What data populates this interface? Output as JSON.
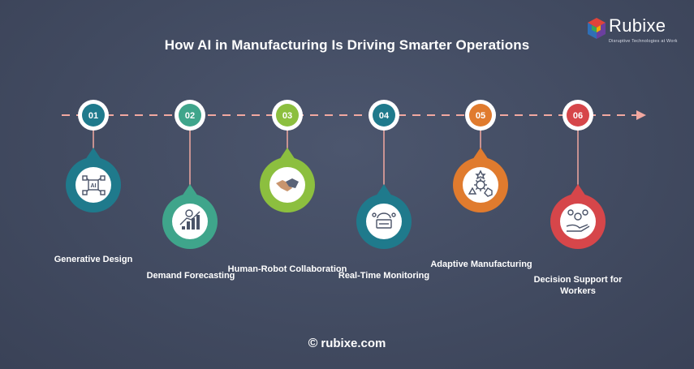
{
  "title": "How AI in Manufacturing Is Driving Smarter Operations",
  "logo": {
    "name": "Rubixe",
    "tagline": "Disruptive Technologies at Work"
  },
  "steps": [
    {
      "number": "01",
      "label": "Generative Design",
      "color": "#1f7a8c",
      "icon": "generative-design-icon"
    },
    {
      "number": "02",
      "label": "Demand Forecasting",
      "color": "#3fa58b",
      "icon": "demand-forecasting-icon"
    },
    {
      "number": "03",
      "label": "Human-Robot Collaboration",
      "color": "#8cbf3f",
      "icon": "handshake-icon"
    },
    {
      "number": "04",
      "label": "Real-Time Monitoring",
      "color": "#1f7a8c",
      "icon": "monitoring-icon"
    },
    {
      "number": "05",
      "label": "Adaptive Manufacturing",
      "color": "#e07b2e",
      "icon": "adaptive-gear-icon"
    },
    {
      "number": "06",
      "label": "Decision Support for Workers",
      "color": "#d6464a",
      "icon": "decision-support-icon"
    }
  ],
  "footer": {
    "symbol": "©",
    "site": "rubixe.com"
  },
  "colors": {
    "background": "#434c62",
    "timeline_line": "#f2a8a0"
  }
}
